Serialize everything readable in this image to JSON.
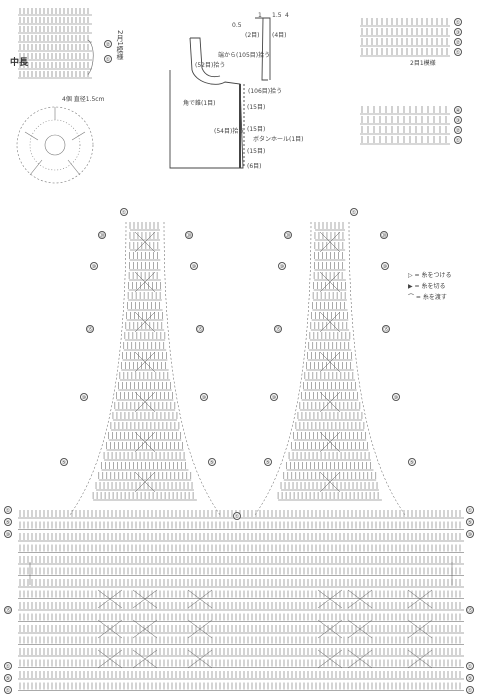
{
  "top_left": {
    "label_center": "中長",
    "callout_a": "2月1模様",
    "marker_a": "②",
    "marker_b": "①"
  },
  "motif": {
    "title": "4個 直径1.5cm"
  },
  "schematic": {
    "label_width_1": "0.5",
    "label_width_2": "1",
    "label_width_3": "1.5",
    "label_width_4": "4",
    "label_width_5": "(2目)",
    "label_width_6": "(4目)",
    "label_neck": "(52目)拾う",
    "label_armhole": "端から(105目)拾う",
    "label_back": "(106目)拾う",
    "label_corner": "角で錐(1目)",
    "label_side_1": "(15目)",
    "label_side_2": "(15目)",
    "label_side_3": "(15目)",
    "label_bottom": "(54目)拾う",
    "label_button": "ボタンホール(1目)",
    "label_6": "(6目)"
  },
  "top_right_pattern_1": {
    "rows": [
      "①",
      "③",
      "②",
      "①"
    ],
    "caption": "2目1模様"
  },
  "top_right_pattern_2": {
    "rows": [
      "④",
      "③",
      "②",
      "①"
    ]
  },
  "main_chart": {
    "top_mark_left": "①",
    "top_mark_right": "①",
    "row_labels_left": [
      "⑳",
      "⑩",
      "⑮",
      "⑩",
      "⑤"
    ],
    "row_labels_right": [
      "⑳",
      "⑩",
      "⑮",
      "⑩",
      "⑤"
    ],
    "row_labels_center_left": [
      "⑳",
      "⑩",
      "⑮",
      "⑩",
      "⑤"
    ],
    "row_labels_center_right": [
      "⑳",
      "⑩",
      "⑮",
      "⑩",
      "⑤"
    ],
    "lower_labels_left": [
      "①",
      "⑤",
      "⑩",
      "⑮",
      "①",
      "⑤",
      "①"
    ],
    "lower_labels_right": [
      "①",
      "⑤",
      "⑩",
      "⑮",
      "①",
      "⑤",
      "①"
    ],
    "middle_mark": "①"
  },
  "legend": {
    "items": [
      "▷ = 糸をつける",
      "▶ = 糸を切る",
      "⌒ = 糸を渡す"
    ]
  }
}
